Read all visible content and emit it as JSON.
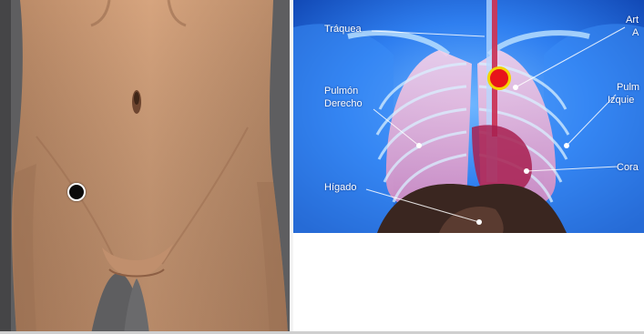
{
  "anatomy": {
    "labels": {
      "trachea": "Tráquea",
      "right_lung_1": "Pulmón",
      "right_lung_2": "Derecho",
      "liver": "Hígado",
      "aorta_1": "Art",
      "aorta_2": "A",
      "left_lung_1": "Pulm",
      "left_lung_2": "Izquie",
      "heart": "Cora"
    }
  }
}
